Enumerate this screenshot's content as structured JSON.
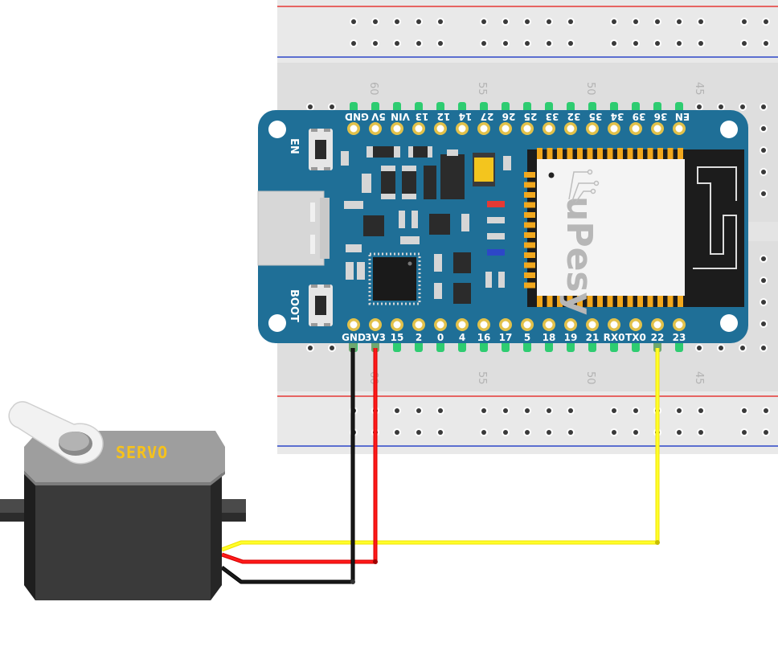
{
  "breadboard": {
    "column_numbers_top": [
      "60",
      "55",
      "50",
      "45"
    ],
    "column_numbers_bottom": [
      "60",
      "55",
      "50",
      "45"
    ]
  },
  "board": {
    "brand": "uPesy",
    "button_en_label": "EN",
    "button_boot_label": "BOOT",
    "top_pins": [
      "GND",
      "5V",
      "VIN",
      "13",
      "12",
      "14",
      "27",
      "26",
      "25",
      "33",
      "32",
      "35",
      "34",
      "39",
      "36",
      "EN"
    ],
    "bottom_pins": [
      "GND",
      "3V3",
      "15",
      "2",
      "0",
      "4",
      "16",
      "17",
      "5",
      "18",
      "19",
      "21",
      "RX0",
      "TX0",
      "22",
      "23"
    ]
  },
  "servo": {
    "label": "SERVO"
  },
  "wires": [
    {
      "name": "ground",
      "from": "GND",
      "color": "#000000"
    },
    {
      "name": "power",
      "from": "3V3",
      "color": "#ff0000"
    },
    {
      "name": "signal",
      "from": "22",
      "color": "#ffff00"
    }
  ],
  "colors": {
    "board": "#1f6f97",
    "breadboard": "#dedede",
    "rail_red": "#e53935",
    "rail_blue": "#2d47c7",
    "pin_pad": "#e2c14a",
    "servo_body": "#3a3a3a",
    "servo_top": "#9e9e9e",
    "servo_label": "#f6c21c"
  }
}
